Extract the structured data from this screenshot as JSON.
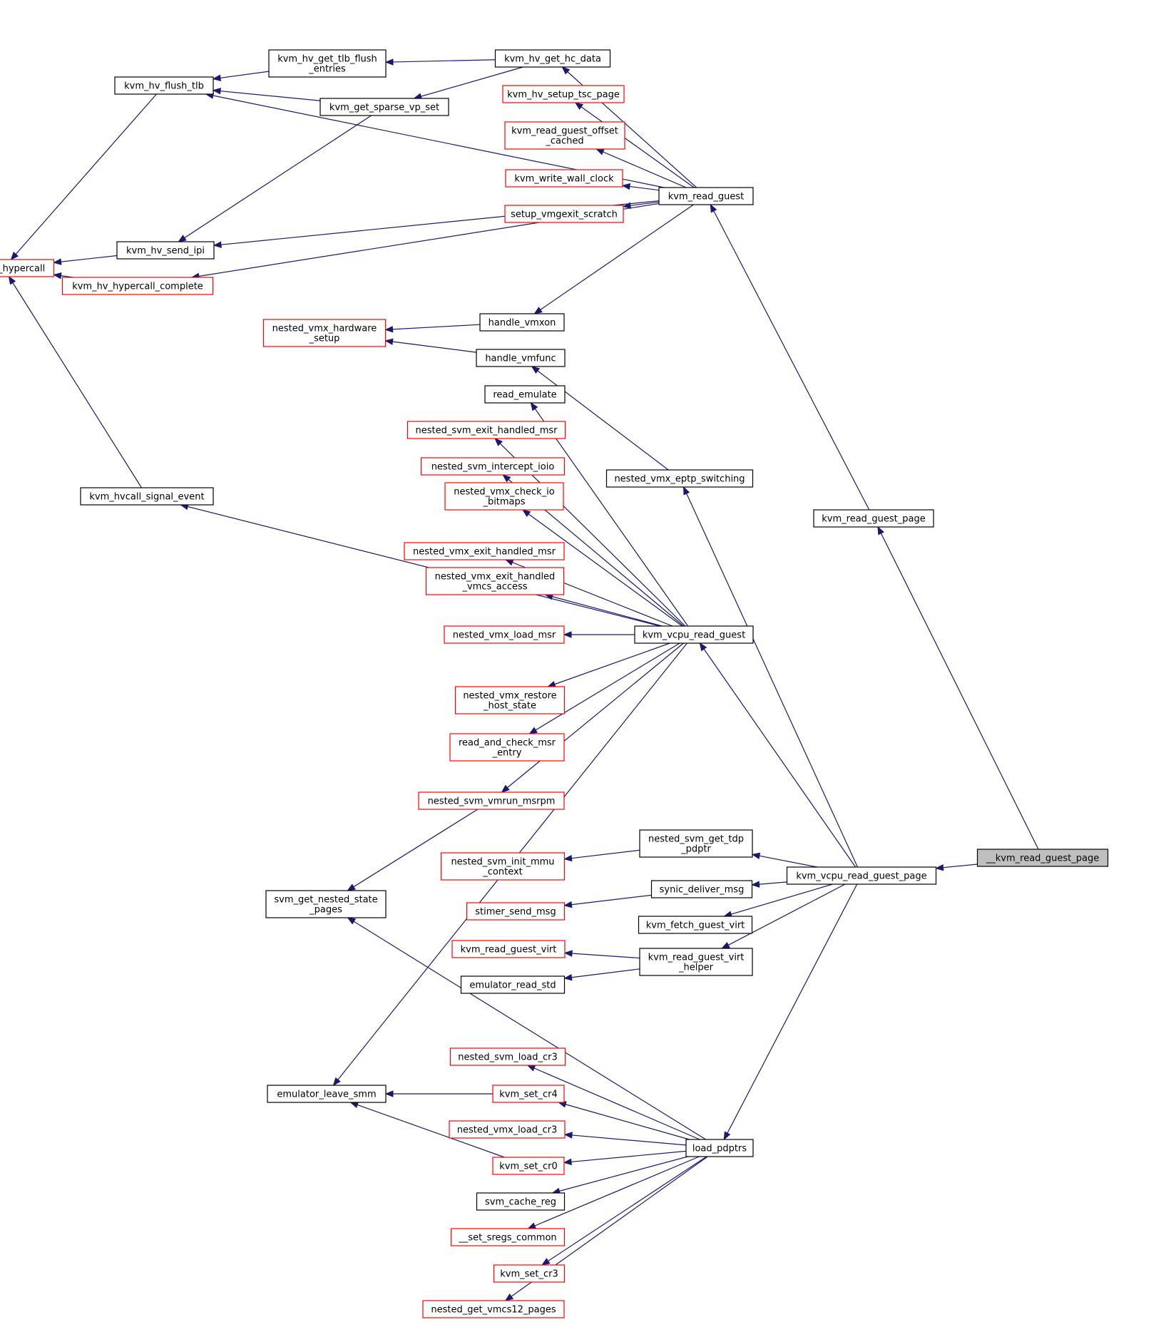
{
  "nodes": {
    "kvm_hv_flush_tlb": {
      "lines": [
        "kvm_hv_flush_tlb"
      ],
      "style": "black"
    },
    "kvm_hv_get_tlb_flush_entries": {
      "lines": [
        "kvm_hv_get_tlb_flush",
        "_entries"
      ],
      "style": "black"
    },
    "kvm_hv_get_hc_data": {
      "lines": [
        "kvm_hv_get_hc_data"
      ],
      "style": "black"
    },
    "kvm_get_sparse_vp_set": {
      "lines": [
        "kvm_get_sparse_vp_set"
      ],
      "style": "black"
    },
    "kvm_hv_setup_tsc_page": {
      "lines": [
        "kvm_hv_setup_tsc_page"
      ],
      "style": "red"
    },
    "kvm_read_guest_offset_cached": {
      "lines": [
        "kvm_read_guest_offset",
        "_cached"
      ],
      "style": "red"
    },
    "kvm_write_wall_clock": {
      "lines": [
        "kvm_write_wall_clock"
      ],
      "style": "red"
    },
    "kvm_read_guest": {
      "lines": [
        "kvm_read_guest"
      ],
      "style": "black"
    },
    "setup_vmgexit_scratch": {
      "lines": [
        "setup_vmgexit_scratch"
      ],
      "style": "red"
    },
    "kvm_hv_send_ipi": {
      "lines": [
        "kvm_hv_send_ipi"
      ],
      "style": "black"
    },
    "kvm_hv_hypercall": {
      "lines": [
        "kvm_hv_hypercall"
      ],
      "style": "red"
    },
    "kvm_hv_hypercall_complete": {
      "lines": [
        "kvm_hv_hypercall_complete"
      ],
      "style": "red"
    },
    "handle_vmxon": {
      "lines": [
        "handle_vmxon"
      ],
      "style": "black"
    },
    "nested_vmx_hardware_setup": {
      "lines": [
        "nested_vmx_hardware",
        "_setup"
      ],
      "style": "red"
    },
    "handle_vmfunc": {
      "lines": [
        "handle_vmfunc"
      ],
      "style": "black"
    },
    "read_emulate": {
      "lines": [
        "read_emulate"
      ],
      "style": "black"
    },
    "nested_svm_exit_handled_msr": {
      "lines": [
        "nested_svm_exit_handled_msr"
      ],
      "style": "red"
    },
    "nested_svm_intercept_ioio": {
      "lines": [
        "nested_svm_intercept_ioio"
      ],
      "style": "red"
    },
    "nested_vmx_eptp_switching": {
      "lines": [
        "nested_vmx_eptp_switching"
      ],
      "style": "black"
    },
    "kvm_hvcall_signal_event": {
      "lines": [
        "kvm_hvcall_signal_event"
      ],
      "style": "black"
    },
    "kvm_read_guest_page": {
      "lines": [
        "kvm_read_guest_page"
      ],
      "style": "black"
    },
    "nested_vmx_check_io_bitmaps": {
      "lines": [
        "nested_vmx_check_io",
        "_bitmaps"
      ],
      "style": "red"
    },
    "nested_vmx_exit_handled_msr": {
      "lines": [
        "nested_vmx_exit_handled_msr"
      ],
      "style": "red"
    },
    "nested_vmx_exit_handled_vmcs_access": {
      "lines": [
        "nested_vmx_exit_handled",
        "_vmcs_access"
      ],
      "style": "red"
    },
    "nested_vmx_load_msr": {
      "lines": [
        "nested_vmx_load_msr"
      ],
      "style": "red"
    },
    "kvm_vcpu_read_guest": {
      "lines": [
        "kvm_vcpu_read_guest"
      ],
      "style": "black"
    },
    "nested_vmx_restore_host_state": {
      "lines": [
        "nested_vmx_restore",
        "_host_state"
      ],
      "style": "red"
    },
    "read_and_check_msr_entry": {
      "lines": [
        "read_and_check_msr",
        "_entry"
      ],
      "style": "red"
    },
    "nested_svm_vmrun_msrpm": {
      "lines": [
        "nested_svm_vmrun_msrpm"
      ],
      "style": "red"
    },
    "nested_svm_get_tdp_pdptr": {
      "lines": [
        "nested_svm_get_tdp",
        "_pdptr"
      ],
      "style": "black"
    },
    "__kvm_read_guest_page": {
      "lines": [
        "__kvm_read_guest_page"
      ],
      "style": "grey"
    },
    "nested_svm_init_mmu_context": {
      "lines": [
        "nested_svm_init_mmu",
        "_context"
      ],
      "style": "red"
    },
    "kvm_vcpu_read_guest_page": {
      "lines": [
        "kvm_vcpu_read_guest_page"
      ],
      "style": "black"
    },
    "svm_get_nested_state_pages": {
      "lines": [
        "svm_get_nested_state",
        "_pages"
      ],
      "style": "black"
    },
    "synic_deliver_msg": {
      "lines": [
        "synic_deliver_msg"
      ],
      "style": "black"
    },
    "stimer_send_msg": {
      "lines": [
        "stimer_send_msg"
      ],
      "style": "red"
    },
    "kvm_fetch_guest_virt": {
      "lines": [
        "kvm_fetch_guest_virt"
      ],
      "style": "black"
    },
    "kvm_read_guest_virt": {
      "lines": [
        "kvm_read_guest_virt"
      ],
      "style": "red"
    },
    "kvm_read_guest_virt_helper": {
      "lines": [
        "kvm_read_guest_virt",
        "_helper"
      ],
      "style": "black"
    },
    "emulator_read_std": {
      "lines": [
        "emulator_read_std"
      ],
      "style": "black"
    },
    "nested_svm_load_cr3": {
      "lines": [
        "nested_svm_load_cr3"
      ],
      "style": "red"
    },
    "emulator_leave_smm": {
      "lines": [
        "emulator_leave_smm"
      ],
      "style": "black"
    },
    "kvm_set_cr4": {
      "lines": [
        "kvm_set_cr4"
      ],
      "style": "red"
    },
    "nested_vmx_load_cr3": {
      "lines": [
        "nested_vmx_load_cr3"
      ],
      "style": "red"
    },
    "load_pdptrs": {
      "lines": [
        "load_pdptrs"
      ],
      "style": "black"
    },
    "kvm_set_cr0": {
      "lines": [
        "kvm_set_cr0"
      ],
      "style": "red"
    },
    "svm_cache_reg": {
      "lines": [
        "svm_cache_reg"
      ],
      "style": "black"
    },
    "__set_sregs_common": {
      "lines": [
        "__set_sregs_common"
      ],
      "style": "red"
    },
    "kvm_set_cr3": {
      "lines": [
        "kvm_set_cr3"
      ],
      "style": "red"
    },
    "nested_get_vmcs12_pages": {
      "lines": [
        "nested_get_vmcs12_pages"
      ],
      "style": "red"
    }
  },
  "edges": [
    [
      "kvm_hv_flush_tlb",
      "kvm_hv_get_tlb_flush_entries"
    ],
    [
      "kvm_hv_get_tlb_flush_entries",
      "kvm_hv_get_hc_data"
    ],
    [
      "kvm_hv_get_hc_data",
      "kvm_read_guest"
    ],
    [
      "kvm_hv_flush_tlb",
      "kvm_read_guest"
    ],
    [
      "kvm_hv_flush_tlb",
      "kvm_get_sparse_vp_set"
    ],
    [
      "kvm_get_sparse_vp_set",
      "kvm_hv_get_hc_data"
    ],
    [
      "kvm_hv_setup_tsc_page",
      "kvm_read_guest"
    ],
    [
      "kvm_read_guest_offset_cached",
      "kvm_read_guest"
    ],
    [
      "kvm_write_wall_clock",
      "kvm_read_guest"
    ],
    [
      "setup_vmgexit_scratch",
      "kvm_read_guest"
    ],
    [
      "kvm_hv_send_ipi",
      "kvm_read_guest"
    ],
    [
      "kvm_hv_send_ipi",
      "kvm_get_sparse_vp_set"
    ],
    [
      "kvm_hv_hypercall",
      "kvm_hv_flush_tlb"
    ],
    [
      "kvm_hv_hypercall",
      "kvm_hv_send_ipi"
    ],
    [
      "kvm_hv_hypercall",
      "kvm_hv_hypercall_complete"
    ],
    [
      "kvm_hv_hypercall",
      "kvm_hvcall_signal_event"
    ],
    [
      "kvm_hv_hypercall_complete",
      "kvm_read_guest"
    ],
    [
      "handle_vmxon",
      "kvm_read_guest"
    ],
    [
      "nested_vmx_hardware_setup",
      "handle_vmxon"
    ],
    [
      "nested_vmx_hardware_setup",
      "handle_vmfunc"
    ],
    [
      "handle_vmfunc",
      "nested_vmx_eptp_switching"
    ],
    [
      "kvm_read_guest",
      "kvm_read_guest_page"
    ],
    [
      "kvm_read_guest_page",
      "__kvm_read_guest_page"
    ],
    [
      "read_emulate",
      "kvm_vcpu_read_guest"
    ],
    [
      "nested_svm_exit_handled_msr",
      "kvm_vcpu_read_guest"
    ],
    [
      "nested_svm_intercept_ioio",
      "kvm_vcpu_read_guest"
    ],
    [
      "nested_vmx_check_io_bitmaps",
      "kvm_vcpu_read_guest"
    ],
    [
      "nested_vmx_exit_handled_msr",
      "kvm_vcpu_read_guest"
    ],
    [
      "nested_vmx_exit_handled_vmcs_access",
      "kvm_vcpu_read_guest"
    ],
    [
      "nested_vmx_load_msr",
      "kvm_vcpu_read_guest"
    ],
    [
      "kvm_hvcall_signal_event",
      "kvm_vcpu_read_guest"
    ],
    [
      "nested_vmx_restore_host_state",
      "kvm_vcpu_read_guest"
    ],
    [
      "read_and_check_msr_entry",
      "kvm_vcpu_read_guest"
    ],
    [
      "nested_svm_vmrun_msrpm",
      "kvm_vcpu_read_guest"
    ],
    [
      "svm_get_nested_state_pages",
      "nested_svm_vmrun_msrpm"
    ],
    [
      "emulator_leave_smm",
      "kvm_vcpu_read_guest"
    ],
    [
      "kvm_vcpu_read_guest",
      "kvm_vcpu_read_guest_page"
    ],
    [
      "nested_vmx_eptp_switching",
      "kvm_vcpu_read_guest_page"
    ],
    [
      "nested_svm_get_tdp_pdptr",
      "kvm_vcpu_read_guest_page"
    ],
    [
      "nested_svm_init_mmu_context",
      "nested_svm_get_tdp_pdptr"
    ],
    [
      "synic_deliver_msg",
      "kvm_vcpu_read_guest_page"
    ],
    [
      "stimer_send_msg",
      "synic_deliver_msg"
    ],
    [
      "kvm_fetch_guest_virt",
      "kvm_vcpu_read_guest_page"
    ],
    [
      "kvm_read_guest_virt_helper",
      "kvm_vcpu_read_guest_page"
    ],
    [
      "kvm_read_guest_virt",
      "kvm_read_guest_virt_helper"
    ],
    [
      "emulator_read_std",
      "kvm_read_guest_virt_helper"
    ],
    [
      "load_pdptrs",
      "kvm_vcpu_read_guest_page"
    ],
    [
      "kvm_vcpu_read_guest_page",
      "__kvm_read_guest_page"
    ],
    [
      "nested_svm_load_cr3",
      "load_pdptrs"
    ],
    [
      "kvm_set_cr4",
      "load_pdptrs"
    ],
    [
      "nested_vmx_load_cr3",
      "load_pdptrs"
    ],
    [
      "kvm_set_cr0",
      "load_pdptrs"
    ],
    [
      "svm_cache_reg",
      "load_pdptrs"
    ],
    [
      "__set_sregs_common",
      "load_pdptrs"
    ],
    [
      "kvm_set_cr3",
      "load_pdptrs"
    ],
    [
      "nested_get_vmcs12_pages",
      "load_pdptrs"
    ],
    [
      "svm_get_nested_state_pages",
      "load_pdptrs"
    ],
    [
      "emulator_leave_smm",
      "kvm_set_cr4"
    ],
    [
      "emulator_leave_smm",
      "kvm_set_cr0"
    ]
  ]
}
